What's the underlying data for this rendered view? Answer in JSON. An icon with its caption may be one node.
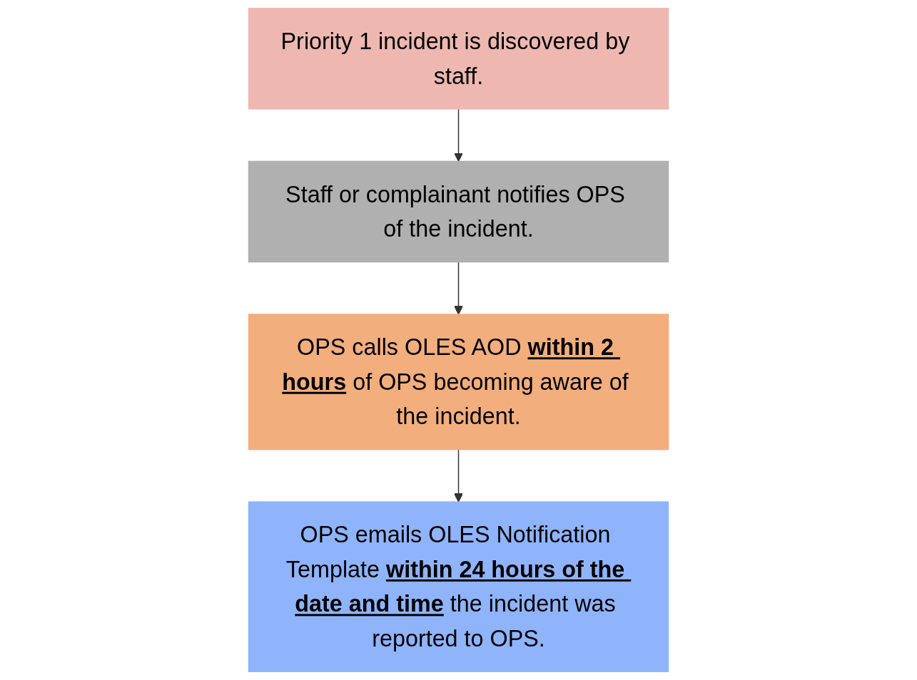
{
  "diagram": {
    "nodes": [
      {
        "text": [
          "Priority 1 incident is discovered by staff."
        ]
      },
      {
        "text": [
          "Staff or complainant notifies OPS of the incident."
        ]
      },
      {
        "text": [
          "OPS calls OLES AOD **within 2 hours** of OPS becoming aware of the incident."
        ]
      },
      {
        "text": [
          "OPS emails OLES Notification Template **within 24 hours of the date and time** the incident was reported to OPS."
        ]
      }
    ],
    "edges": [
      {
        "from": 0,
        "to": 1,
        "arrow": "to"
      },
      {
        "from": 1,
        "to": 2,
        "arrow": "to"
      },
      {
        "from": 2,
        "to": 3,
        "arrow": "to"
      }
    ]
  }
}
